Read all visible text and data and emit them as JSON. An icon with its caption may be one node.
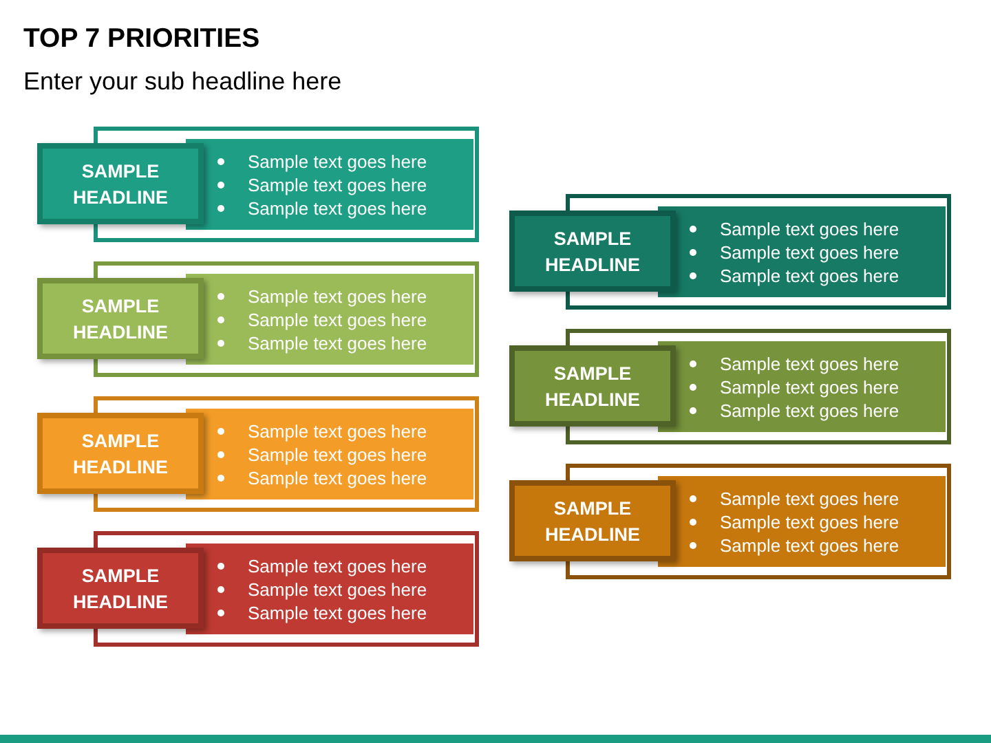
{
  "diagram": {
    "title": "TOP 7 PRIORITIES",
    "nodes": [
      {
        "text": [],
        "shape": "box"
      },
      {
        "text": [
          "SAMPLE HEADLINE"
        ]
      },
      {
        "text": [
          "Sample text goes here",
          "Sample text goes here",
          "Sample text goes here"
        ],
        "in": 0
      },
      {
        "text": [],
        "shape": "box"
      },
      {
        "text": [
          "SAMPLE HEADLINE"
        ]
      },
      {
        "text": [
          "Sample text goes here",
          "Sample text goes here",
          "Sample text goes here"
        ],
        "in": 3
      },
      {
        "text": [],
        "shape": "box"
      },
      {
        "text": [
          "SAMPLE HEADLINE"
        ]
      },
      {
        "text": [
          "Sample text goes here",
          "Sample text goes here",
          "Sample text goes here"
        ],
        "in": 6
      },
      {
        "text": [],
        "shape": "box"
      },
      {
        "text": [
          "SAMPLE HEADLINE"
        ]
      },
      {
        "text": [
          "Sample text goes here",
          "Sample text goes here",
          "Sample text goes here"
        ],
        "in": 9
      },
      {
        "text": [],
        "shape": "box"
      },
      {
        "text": [
          "SAMPLE HEADLINE"
        ]
      },
      {
        "text": [
          "Sample text goes here",
          "Sample text goes here",
          "Sample text goes here"
        ],
        "in": 12
      },
      {
        "text": [],
        "shape": "box"
      },
      {
        "text": [
          "SAMPLE HEADLINE"
        ]
      },
      {
        "text": [
          "Sample text goes here",
          "Sample text goes here",
          "Sample text goes here"
        ],
        "in": 15
      },
      {
        "text": [],
        "shape": "box"
      },
      {
        "text": [
          "SAMPLE HEADLINE"
        ]
      },
      {
        "text": [
          "Sample text goes here",
          "Sample text goes here",
          "Sample text goes here"
        ],
        "in": 18
      }
    ],
    "labels": [
      "Enter your sub headline here"
    ]
  }
}
